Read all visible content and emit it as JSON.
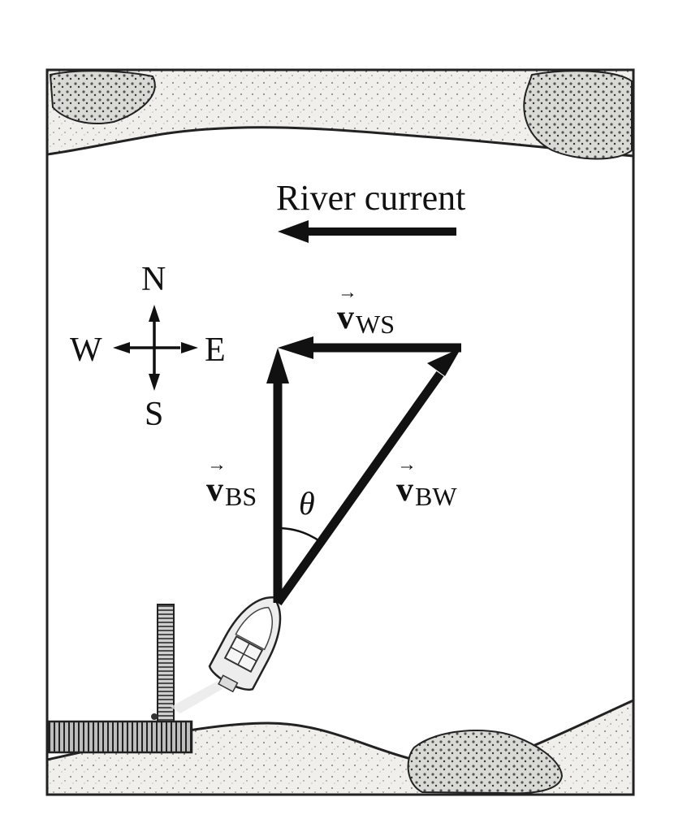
{
  "title": "River current",
  "compass": {
    "north": "N",
    "south": "S",
    "east": "E",
    "west": "W"
  },
  "vectors": {
    "water_shore": {
      "symbol": "v",
      "subscript": "WS"
    },
    "boat_shore": {
      "symbol": "v",
      "subscript": "BS"
    },
    "boat_water": {
      "symbol": "v",
      "subscript": "BW"
    }
  },
  "angle_label": "θ",
  "colors": {
    "ink": "#111111",
    "sand": "#f0efec",
    "water": "#ffffff"
  }
}
